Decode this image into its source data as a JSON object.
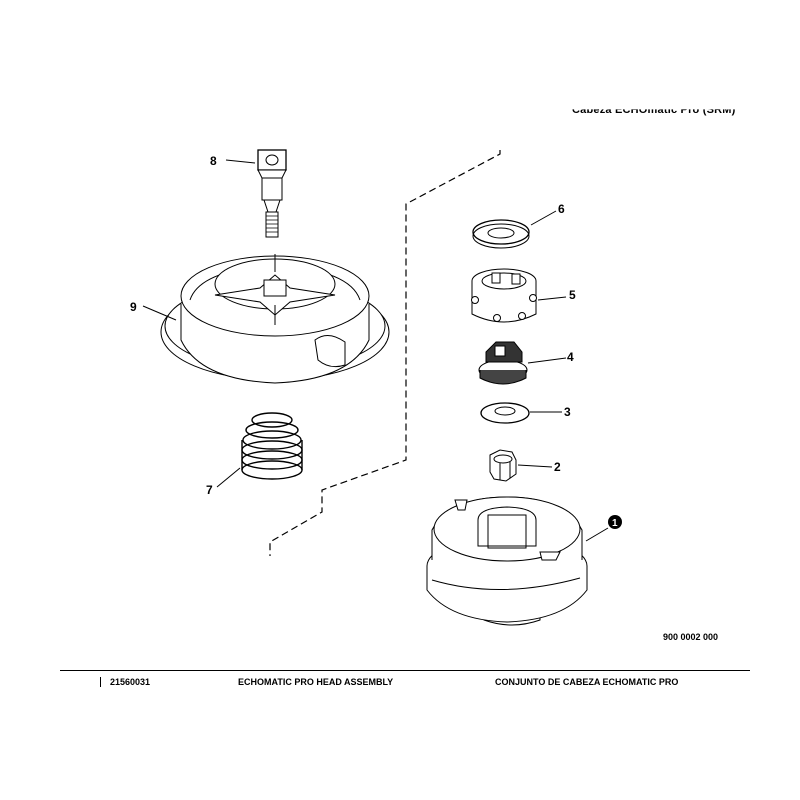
{
  "header": {
    "subtitle_partial": "Cabeza ECHOmatic Pro (SRM)"
  },
  "callouts": [
    {
      "id": "1",
      "label": "1"
    },
    {
      "id": "2",
      "label": "2"
    },
    {
      "id": "3",
      "label": "3"
    },
    {
      "id": "4",
      "label": "4"
    },
    {
      "id": "5",
      "label": "5"
    },
    {
      "id": "6",
      "label": "6"
    },
    {
      "id": "7",
      "label": "7"
    },
    {
      "id": "8",
      "label": "8"
    },
    {
      "id": "9",
      "label": "9"
    }
  ],
  "diagram_code": "900 0002 000",
  "footer": {
    "part_number": "21560031",
    "title_en": "ECHOMATIC PRO HEAD ASSEMBLY",
    "title_es": "CONJUNTO DE CABEZA ECHOMATIC PRO"
  }
}
